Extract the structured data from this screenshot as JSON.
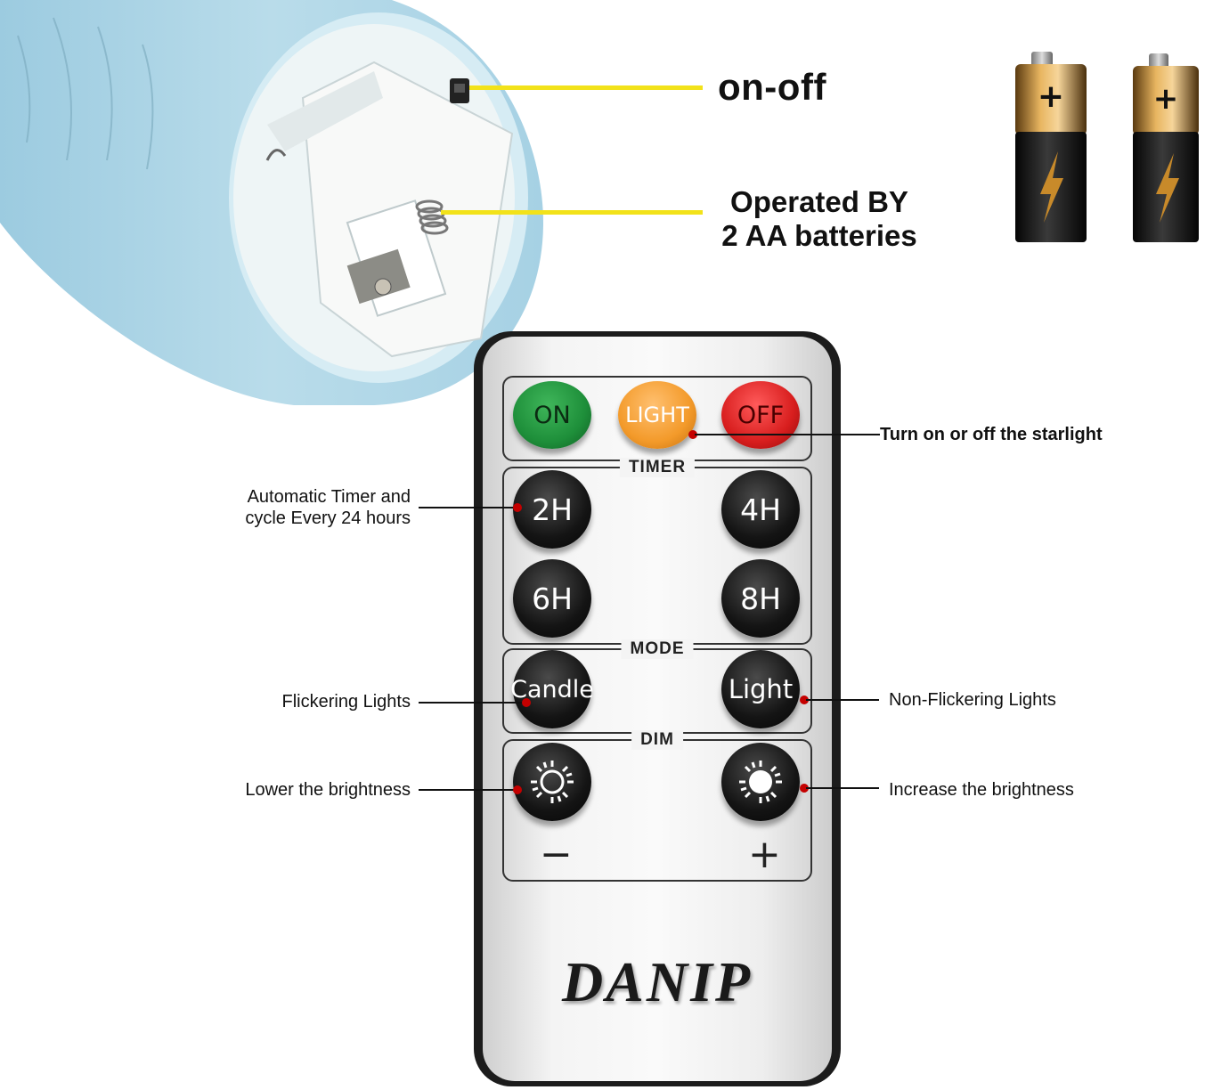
{
  "top_labels": {
    "switch": "on-off",
    "battery_line1": "Operated BY",
    "battery_line2": "2 AA batteries"
  },
  "remote": {
    "power_row": [
      {
        "label": "ON",
        "color": "#1e8f3a"
      },
      {
        "label": "LIGHT",
        "color": "#f39a2a"
      },
      {
        "label": "OFF",
        "color": "#d81e1e"
      }
    ],
    "timer_title": "TIMER",
    "timer_buttons": [
      "2H",
      "4H",
      "6H",
      "8H"
    ],
    "mode_title": "MODE",
    "mode_buttons": [
      "Candle",
      "Light"
    ],
    "dim_title": "DIM",
    "dim_minus": "−",
    "dim_plus": "+",
    "brand": "DANIP"
  },
  "callouts": {
    "starlight": "Turn on or off the starlight",
    "timer_line1": "Automatic Timer and",
    "timer_line2": "cycle Every 24 hours",
    "flicker": "Flickering Lights",
    "nonflicker": "Non-Flickering Lights",
    "lower": "Lower the brightness",
    "increase": "Increase the brightness"
  },
  "colors": {
    "callout_dot": "#c40000",
    "yellow_line": "#f2e21a",
    "candle_blue": "#a9d3e3"
  }
}
